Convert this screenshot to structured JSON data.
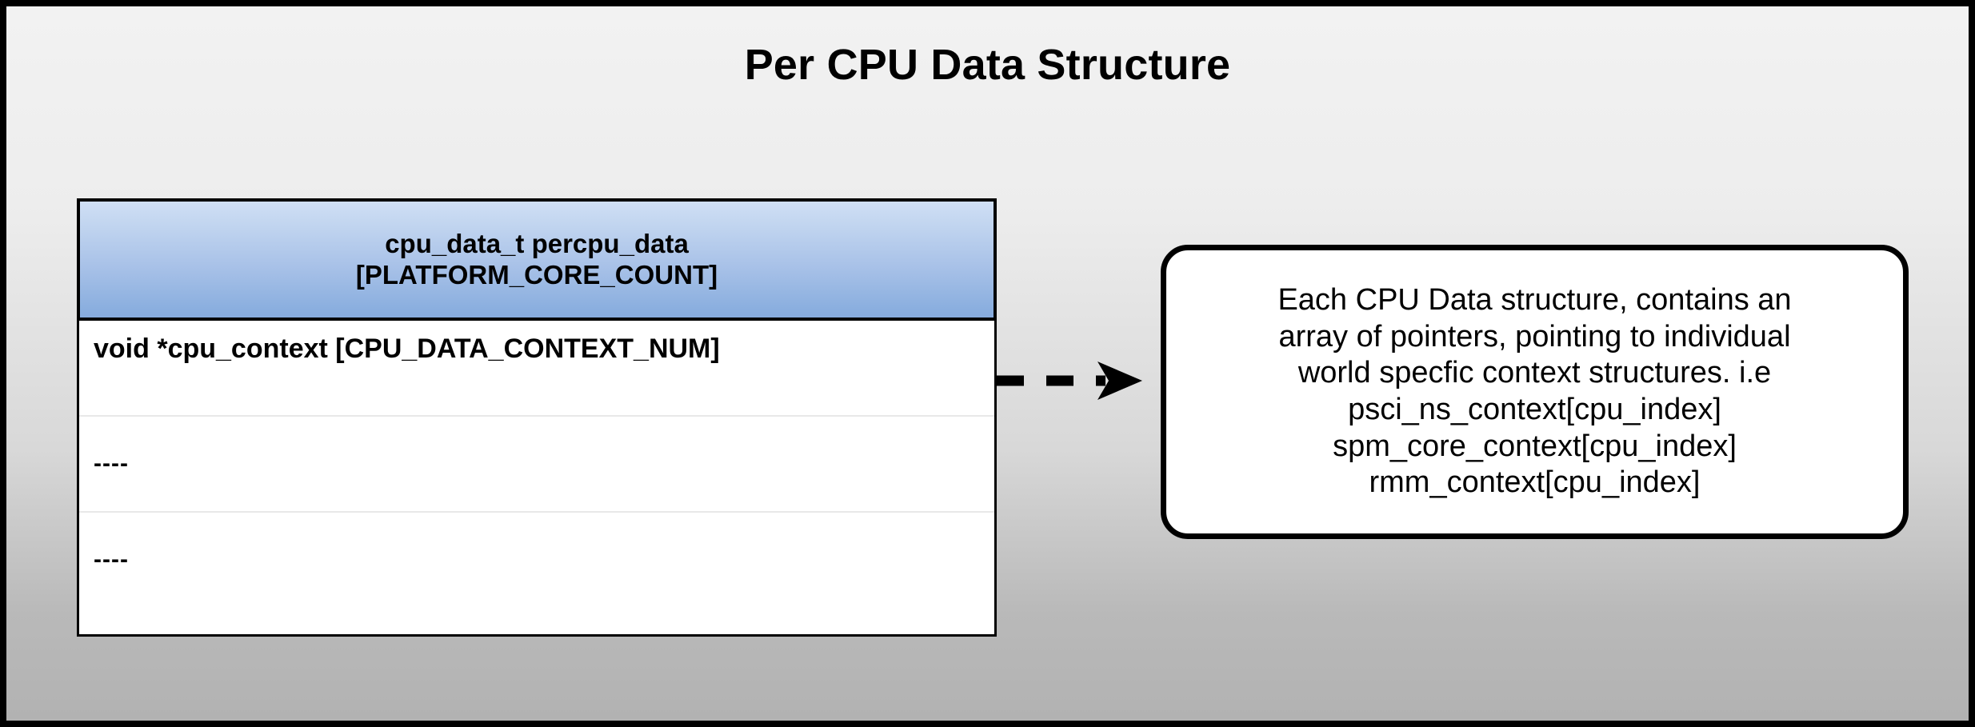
{
  "slide": {
    "title": "Per CPU Data Structure",
    "background_top_color": "#f2f2f2",
    "background_bottom_color": "#b2b2b2",
    "frame_color": "#000000"
  },
  "struct_box": {
    "header": {
      "line1": "cpu_data_t percpu_data",
      "line2": "[PLATFORM_CORE_COUNT]",
      "gradient_top_color": "#cfdff5",
      "gradient_bottom_color": "#87abdd"
    },
    "rows": [
      {
        "label": "void *cpu_context [CPU_DATA_CONTEXT_NUM]"
      },
      {
        "label": "----"
      },
      {
        "label": "----"
      }
    ]
  },
  "connector": {
    "style": "dashed",
    "arrowhead": "filled-triangle",
    "color": "#000000",
    "dash_count": 3
  },
  "callout": {
    "lines": [
      "Each CPU Data structure, contains an",
      "array of pointers, pointing to individual",
      "world specfic context structures. i.e",
      "psci_ns_context[cpu_index]",
      "spm_core_context[cpu_index]",
      "rmm_context[cpu_index]"
    ],
    "border_color": "#000000",
    "background_color": "#ffffff"
  }
}
